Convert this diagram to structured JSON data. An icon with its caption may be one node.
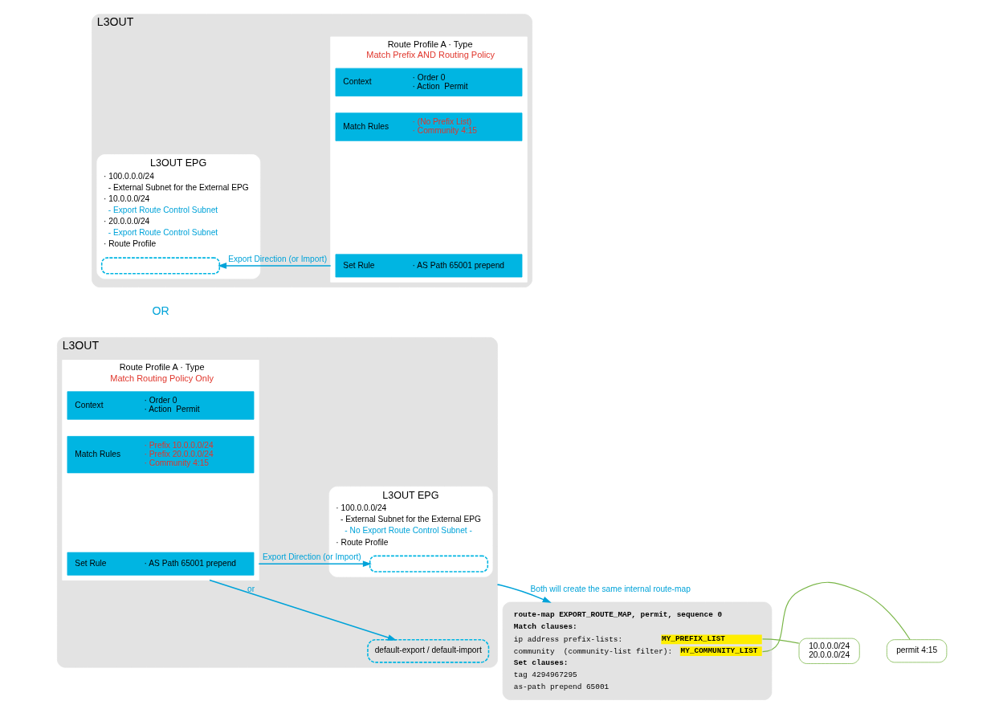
{
  "diagram": {
    "nodes": [
      {
        "text": [
          "L3OUT"
        ]
      },
      {
        "text": [
          "L3OUT EPG",
          "· 100.0.0.0/24",
          "- External Subnet for the External EPG",
          "· 10.0.0.0/24",
          "- Export Route Control Subnet",
          "· 20.0.0.0/24",
          "- Export Route Control Subnet",
          "· Route Profile"
        ],
        "in": 0
      },
      {
        "text": [],
        "shape": "box",
        "in": 1
      },
      {
        "text": [
          "Route Profile A · Type",
          "Match Prefix AND Routing Policy"
        ],
        "in": 0
      },
      {
        "text": [
          "Context",
          "· Order 0",
          "· Action  Permit"
        ],
        "in": 3
      },
      {
        "text": [
          "Match Rules",
          "· (No Prefix List)",
          "· Community 4:15"
        ],
        "in": 3
      },
      {
        "text": [
          "Set Rule",
          "· AS Path 65001 prepend"
        ],
        "in": 3
      },
      {
        "text": [
          "L3OUT"
        ]
      },
      {
        "text": [
          "L3OUT EPG",
          "· 100.0.0.0/24",
          "- External Subnet for the External EPG",
          "- No Export Route Control Subnet -",
          "· Route Profile"
        ],
        "in": 7
      },
      {
        "text": [],
        "shape": "box",
        "in": 8
      },
      {
        "text": [
          "default-export / default-import"
        ],
        "in": 7
      },
      {
        "text": [
          "Route Profile A · Type",
          "Match Routing Policy Only"
        ],
        "in": 7
      },
      {
        "text": [
          "Context",
          "· Order 0",
          "· Action  Permit"
        ],
        "in": 11
      },
      {
        "text": [
          "Match Rules",
          "· Prefix 10.0.0.0/24",
          "· Prefix 20.0.0.0/24",
          "· Community 4:15"
        ],
        "in": 11
      },
      {
        "text": [
          "Set Rule",
          "· AS Path 65001 prepend"
        ],
        "in": 11
      },
      {
        "text": [
          "route-map EXPORT_ROUTE_MAP, permit, sequence 0",
          "Match clauses:",
          "ip address prefix-lists:",
          "MY_PREFIX_LIST",
          "community  (community-list filter):",
          "MY_COMMUNITY_LIST",
          "Set clauses:",
          "tag 4294967295",
          "as-path prepend 65001"
        ]
      },
      {
        "text": [
          "10.0.0.0/24",
          "20.0.0.0/24"
        ]
      },
      {
        "text": [
          "permit 4:15"
        ]
      }
    ],
    "edges": [
      {
        "from": 3,
        "to": 2,
        "arrow": "to",
        "label": "Export Direction (or Import)"
      },
      {
        "from": 11,
        "to": 9,
        "arrow": "to",
        "label": "Export Direction (or Import)"
      },
      {
        "from": 11,
        "to": 10,
        "arrow": "to",
        "label": "or"
      },
      {
        "from": 7,
        "to": 15,
        "arrow": "to",
        "label": "Both will create the same internal route-map"
      },
      {
        "from": 16,
        "to": 15,
        "arrow": "none",
        "color": "#7ab648"
      },
      {
        "from": 17,
        "to": 15,
        "arrow": "none",
        "color": "#7ab648"
      }
    ],
    "labels": [
      "OR"
    ]
  }
}
